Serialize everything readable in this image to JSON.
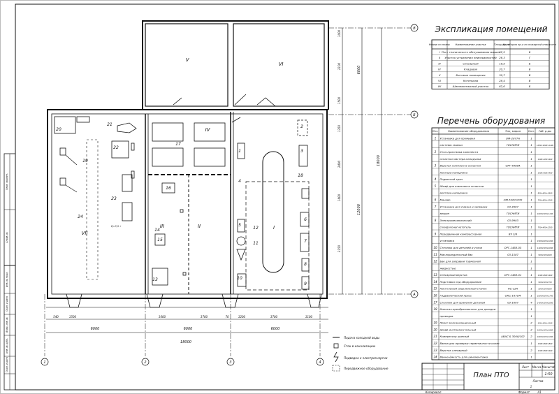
{
  "drawing_title": "План ПТО",
  "title_block": {
    "scale": "1:50",
    "sheet_label": "Лист",
    "sheets_label": "Листов",
    "mass_label": "Масса",
    "scale_label": "Масштаб",
    "sheets_count": "1",
    "copied_label": "Копировал",
    "format_label": "Формат",
    "format_value": "А1"
  },
  "explication": {
    "title": "Экспликация помещений",
    "headers": [
      "Номер по плану",
      "Наименование участка",
      "Площадь, м²",
      "Категория пр-а по пожарной опасности"
    ],
    "rows": [
      [
        "I",
        "Пост технического обслуживания машин",
        "62,5",
        "Б"
      ],
      [
        "II",
        "Участок устранения неисправностей",
        "26,3",
        "Г"
      ],
      [
        "III",
        "Слесарный",
        "19,5",
        "Б"
      ],
      [
        "IV",
        "Кладовая",
        "20,7",
        "В"
      ],
      [
        "V",
        "Бытовые помещения",
        "30,7",
        "В"
      ],
      [
        "VI",
        "Котельная",
        "28,4",
        "В"
      ],
      [
        "VII",
        "Шиномонтажный участок",
        "62,6",
        "Б"
      ]
    ]
  },
  "equipment": {
    "title": "Перечень оборудования",
    "headers": [
      "Поз.",
      "Наименование оборудования",
      "Тип, марка",
      "Кол.",
      "Габ. р-ры"
    ],
    "rows": [
      [
        "1",
        "Установка для промывки",
        "ОМ-2877А",
        "1",
        ""
      ],
      [
        "",
        "системы смазки",
        "ГОСНИТИ",
        "1",
        "1000×1000×1400"
      ],
      [
        "2",
        "Стол-приставка комплекта",
        "",
        "1",
        ""
      ],
      [
        "",
        "оснастки мастера-наладчика",
        "",
        "1",
        "1400×450×900"
      ],
      [
        "3",
        "Верстак комплекта оснастки",
        "ОРГ-4999А",
        "1",
        ""
      ],
      [
        "",
        "мастера-наладчика",
        "",
        "1",
        "1500×600×900"
      ],
      [
        "4",
        "Подвесной кран",
        "",
        "1",
        ""
      ],
      [
        "5",
        "Шкаф для комплекта оснастки",
        "",
        "1",
        ""
      ],
      [
        "",
        "мастера-наладчика",
        "",
        "1",
        "900×600×1800"
      ],
      [
        "6",
        "Маневр",
        "ОМ-5363 КПК",
        "1",
        "700×600×1200"
      ],
      [
        "7",
        "Установка для смазки и заправки",
        "03-4967",
        "1",
        ""
      ],
      [
        "",
        "машин",
        "ГОСНИТИ",
        "1",
        "1000×500×1100"
      ],
      [
        "8",
        "Электромеханический",
        "03-9903",
        "1",
        ""
      ],
      [
        "",
        "солидолонагнетатель",
        "ГОСНИТИ",
        "1",
        "700×400×1200"
      ],
      [
        "9",
        "Передвижная компрессорная",
        "ВУ 3/8",
        "1",
        ""
      ],
      [
        "",
        "установка",
        "",
        "1",
        "1500×600×1000"
      ],
      [
        "10",
        "Стеллаж для деталей и узлов",
        "ОРГ-1468-05",
        "1",
        "1400×500×2000"
      ],
      [
        "11",
        "Маслораздаточный бак",
        "03-1587",
        "1",
        "500×500×600"
      ],
      [
        "12",
        "Бак для заправки тормозной",
        "",
        "1",
        ""
      ],
      [
        "",
        "жидкостью",
        "",
        "1",
        ""
      ],
      [
        "13",
        "Слесарный верстак",
        "ОРГ-1468-01",
        "1",
        "1200×800×900"
      ],
      [
        "14",
        "Подставка под оборудование",
        "",
        "1",
        "500×500×750"
      ],
      [
        "15",
        "Настольный сверлильный станок",
        "НС-12А",
        "1",
        "500×500×800"
      ],
      [
        "16",
        "Гидравлический пресс",
        "ОКС-1671М",
        "1",
        "1000×600×1700"
      ],
      [
        "17",
        "Стеллаж для хранения деталей",
        "03-1607",
        "4",
        "1400×500×2000"
      ],
      [
        "18",
        "Кипятил-преобразователь для доводки",
        "",
        "1",
        ""
      ],
      [
        "",
        "проводов",
        "",
        "1",
        ""
      ],
      [
        "19",
        "Пресс вулканизационный",
        "",
        "2",
        "400×400×1100"
      ],
      [
        "20",
        "Шкаф инструментальный",
        "",
        "2",
        "1000×500×1800"
      ],
      [
        "21",
        "Компрессор шинный",
        "АВАС Б 3008/102",
        "2",
        "1600×600×1000"
      ],
      [
        "22",
        "Ванна для проверки герметичности колес",
        "",
        "1",
        "1000×800×800"
      ],
      [
        "23",
        "Верстак слесарный",
        "",
        "2",
        "1200×800×900"
      ],
      [
        "24",
        "Ванна-ёмкость для шиномонтажа",
        "",
        "1",
        ""
      ]
    ]
  },
  "plan": {
    "rooms": [
      "I",
      "II",
      "III",
      "IV",
      "V",
      "VI",
      "VII"
    ],
    "positions": [
      "1",
      "2",
      "3",
      "4",
      "5",
      "6",
      "7",
      "8",
      "9",
      "10",
      "11",
      "12",
      "13",
      "14",
      "15",
      "16",
      "17",
      "18",
      "19",
      "20",
      "21",
      "22",
      "23",
      "24"
    ],
    "axes_numbers": [
      "1",
      "2",
      "3",
      "4"
    ],
    "axes_letters": [
      "В",
      "Б",
      "А"
    ],
    "dims_bottom_small": [
      "540",
      "1500",
      "1600",
      "3700",
      "70",
      "1200",
      "3700",
      "1100"
    ],
    "dims_bottom_big": [
      "6000",
      "6000",
      "6000"
    ],
    "dims_total": "18000",
    "dims_right_inner": [
      "1000",
      "2100",
      "1500",
      "1350",
      "2400",
      "1600",
      "3150"
    ],
    "dims_right_mid": [
      "6000",
      "12000"
    ],
    "dims_right_total": "18000",
    "misc_dim": "Q=3,5 т"
  },
  "legend": [
    "Подача холодной воды",
    "Сток в канализацию",
    "Подводка к электроэнергии",
    "Передвижное оборудование"
  ],
  "stamp_side_labels": [
    "Инв. № подл.",
    "Подп. и дата",
    "Взам. инв. №",
    "Инв. № дубл.",
    "Подп. и дата",
    "Справ. №",
    "Перв. примен."
  ]
}
